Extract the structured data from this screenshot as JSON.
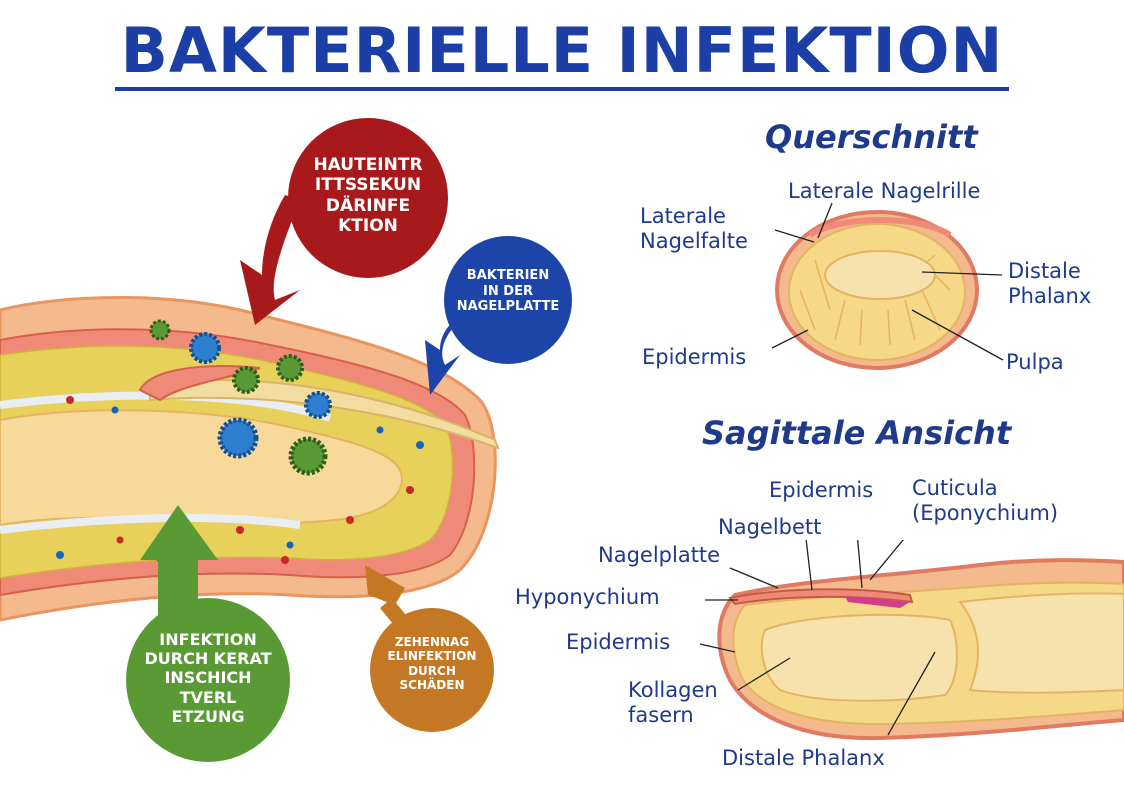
{
  "title": "BAKTERIELLE INFEKTION",
  "colors": {
    "title": "#1b3fa6",
    "label": "#1e3a8a",
    "red_bubble": "#a8191c",
    "blue_bubble": "#1d44a8",
    "green_bubble": "#5a9a34",
    "orange_bubble": "#c47824",
    "skin": "#f4b98c",
    "tissue": "#f6d889",
    "pulp": "#d9c64a"
  },
  "bubbles": {
    "red": [
      "HAUTEINTR",
      "ITTSSEKUN",
      "DÄRINFE",
      "KTION"
    ],
    "blue": [
      "BAKTERIEN",
      "IN DER",
      "NAGELPLATTE"
    ],
    "green": [
      "INFEKTION",
      "DURCH KERAT",
      "INSCHICH",
      "TVERL",
      "ETZUNG"
    ],
    "orange": [
      "ZEHENNAG",
      "ELINFEKTION",
      "DURCH",
      "SCHÄDEN"
    ]
  },
  "cross_section": {
    "title": "Querschnitt",
    "labels": {
      "lateral_groove": "Laterale Nagelrille",
      "lateral_fold": [
        "Laterale",
        "Nagelfalte"
      ],
      "distal_phalanx": [
        "Distale",
        "Phalanx"
      ],
      "epidermis": "Epidermis",
      "pulpa": "Pulpa"
    }
  },
  "sagittal": {
    "title": "Sagittale Ansicht",
    "labels": {
      "epidermis_top": "Epidermis",
      "cuticula": [
        "Cuticula",
        "(Eponychium)"
      ],
      "nail_bed": "Nagelbett",
      "nail_plate": "Nagelplatte",
      "hyponychium": "Hyponychium",
      "epidermis": "Epidermis",
      "collagen": [
        "Kollagen",
        "fasern"
      ],
      "distal_phalanx": "Distale Phalanx"
    }
  }
}
